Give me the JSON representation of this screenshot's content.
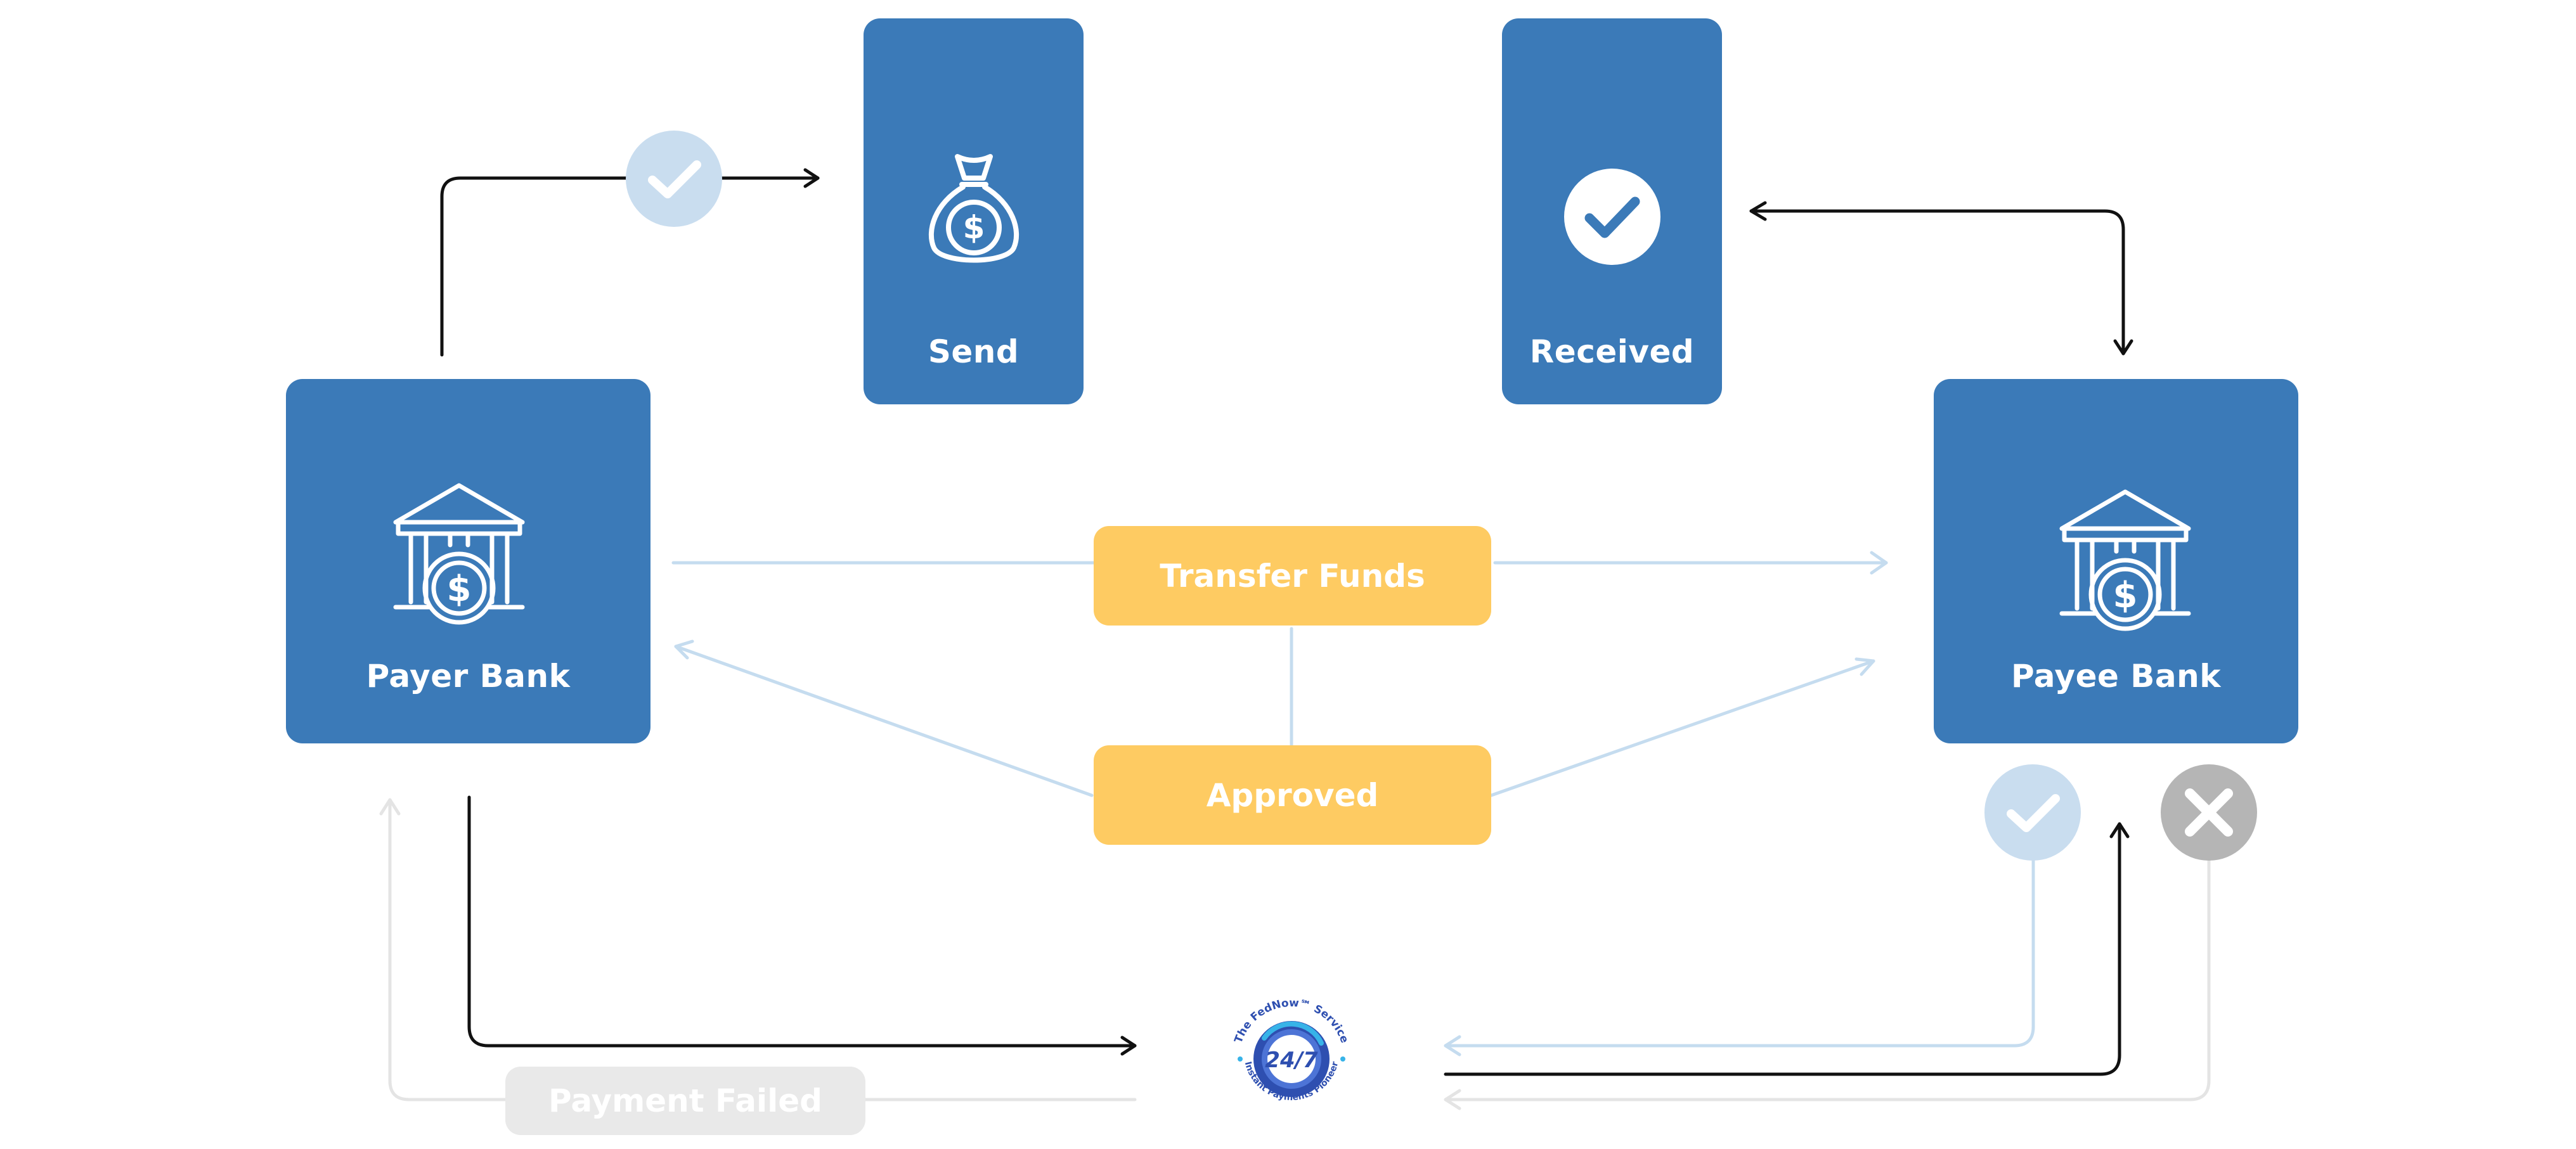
{
  "nodes": {
    "send": {
      "label": "Send",
      "icon": "money-bag-icon"
    },
    "received": {
      "label": "Received",
      "icon": "check-circle-icon"
    },
    "payer_bank": {
      "label": "Payer Bank",
      "icon": "bank-dollar-icon"
    },
    "payee_bank": {
      "label": "Payee Bank",
      "icon": "bank-dollar-icon"
    },
    "transfer_funds": {
      "label": "Transfer Funds"
    },
    "approved": {
      "label": "Approved"
    },
    "payment_failed": {
      "label": "Payment Failed"
    },
    "fednow_logo": {
      "center_text": "24/7",
      "ring_top_text": "The FedNow℠ Service",
      "ring_bottom_text": "Instant Payments Pioneer"
    }
  },
  "colors": {
    "box_blue": "#3b7ab8",
    "pill_yellow": "#fecb62",
    "pill_grey": "#e9e9e9",
    "light_blue_line": "#c5dcef",
    "light_grey_line": "#e4e4e4",
    "check_badge": "#c9ddef",
    "cross_badge": "#b5b5b5",
    "arrow_black": "#111111"
  },
  "badges": {
    "top_check": "check-badge-icon",
    "payee_check": "check-badge-icon",
    "payee_cross": "cross-badge-icon"
  }
}
